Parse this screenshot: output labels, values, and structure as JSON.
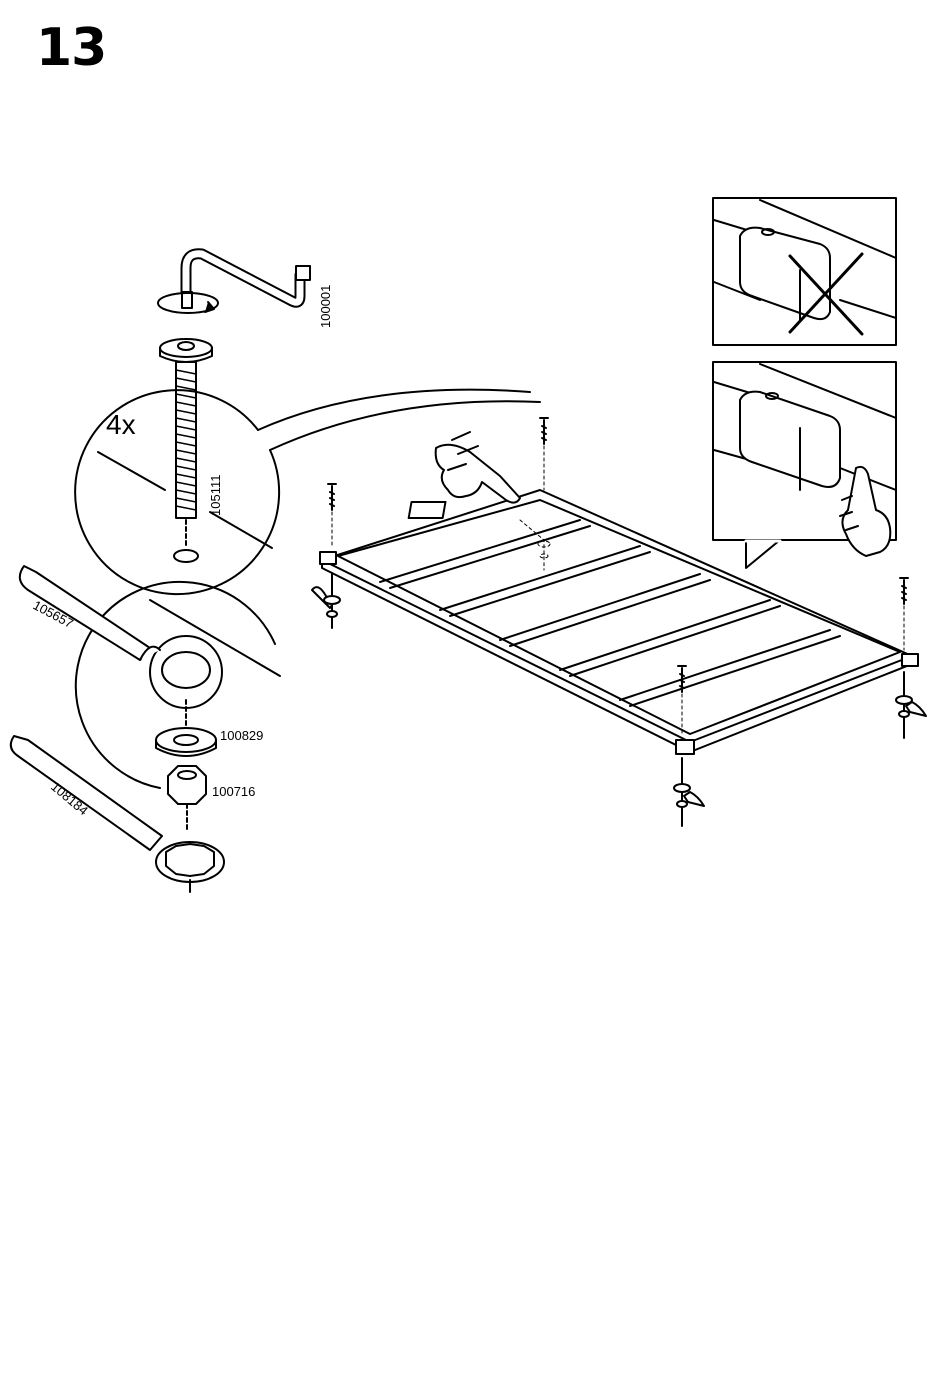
{
  "step": {
    "number": "13",
    "quantity": "4x"
  },
  "parts": {
    "allen_key": "100001",
    "bolt": "105111",
    "spanner_large": "105657",
    "washer": "100829",
    "nut": "100716",
    "spanner_small": "108184"
  },
  "colors": {
    "line": "#000000",
    "background": "#ffffff"
  }
}
